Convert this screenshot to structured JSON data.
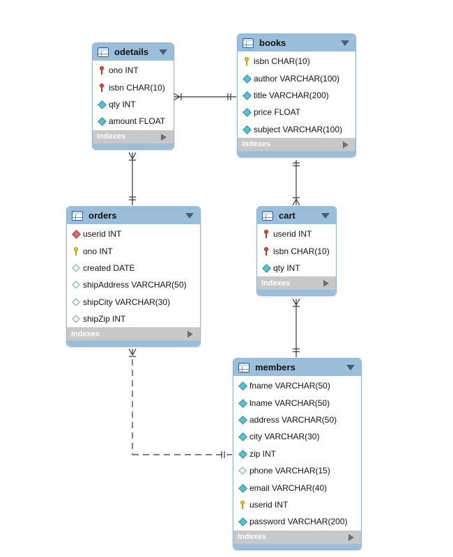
{
  "diagram": {
    "indexes_label": "Indexes",
    "colors": {
      "header": "#9bbfdb",
      "border": "#93b3cf",
      "indexes_bar": "#c8c8c8",
      "primary_key": "#f0c419",
      "pk_fk": "#e04a3c",
      "foreign_key": "#e06a68",
      "column": "#56c2cf",
      "connector": "#333333"
    },
    "tables": {
      "odetails": {
        "name": "odetails",
        "columns": [
          {
            "text": "ono INT",
            "key": "pk-fk"
          },
          {
            "text": "isbn CHAR(10)",
            "key": "pk-fk"
          },
          {
            "text": "qty INT",
            "key": "column"
          },
          {
            "text": "amount FLOAT",
            "key": "column"
          }
        ]
      },
      "books": {
        "name": "books",
        "columns": [
          {
            "text": "isbn CHAR(10)",
            "key": "primary-key"
          },
          {
            "text": "author VARCHAR(100)",
            "key": "column"
          },
          {
            "text": "title VARCHAR(200)",
            "key": "column"
          },
          {
            "text": "price FLOAT",
            "key": "column"
          },
          {
            "text": "subject VARCHAR(100)",
            "key": "column"
          }
        ]
      },
      "orders": {
        "name": "orders",
        "columns": [
          {
            "text": "userid INT",
            "key": "foreign-key"
          },
          {
            "text": "ono INT",
            "key": "primary-key"
          },
          {
            "text": "created DATE",
            "key": "nullable"
          },
          {
            "text": "shipAddress VARCHAR(50)",
            "key": "nullable"
          },
          {
            "text": "shipCity VARCHAR(30)",
            "key": "nullable"
          },
          {
            "text": "shipZip INT",
            "key": "nullable"
          }
        ]
      },
      "cart": {
        "name": "cart",
        "columns": [
          {
            "text": "userid INT",
            "key": "pk-fk"
          },
          {
            "text": "isbn CHAR(10)",
            "key": "pk-fk"
          },
          {
            "text": "qty INT",
            "key": "column"
          }
        ]
      },
      "members": {
        "name": "members",
        "columns": [
          {
            "text": "fname VARCHAR(50)",
            "key": "column"
          },
          {
            "text": "lname VARCHAR(50)",
            "key": "column"
          },
          {
            "text": "address VARCHAR(50)",
            "key": "column"
          },
          {
            "text": "city VARCHAR(30)",
            "key": "column"
          },
          {
            "text": "zip INT",
            "key": "column"
          },
          {
            "text": "phone VARCHAR(15)",
            "key": "nullable"
          },
          {
            "text": "email VARCHAR(40)",
            "key": "column"
          },
          {
            "text": "userid INT",
            "key": "primary-key"
          },
          {
            "text": "password VARCHAR(200)",
            "key": "column"
          }
        ]
      }
    },
    "relationships": [
      {
        "from": "odetails",
        "to": "books",
        "identifying": true
      },
      {
        "from": "odetails",
        "to": "orders",
        "identifying": true
      },
      {
        "from": "cart",
        "to": "books",
        "identifying": true
      },
      {
        "from": "cart",
        "to": "members",
        "identifying": true
      },
      {
        "from": "orders",
        "to": "members",
        "identifying": false
      }
    ]
  }
}
